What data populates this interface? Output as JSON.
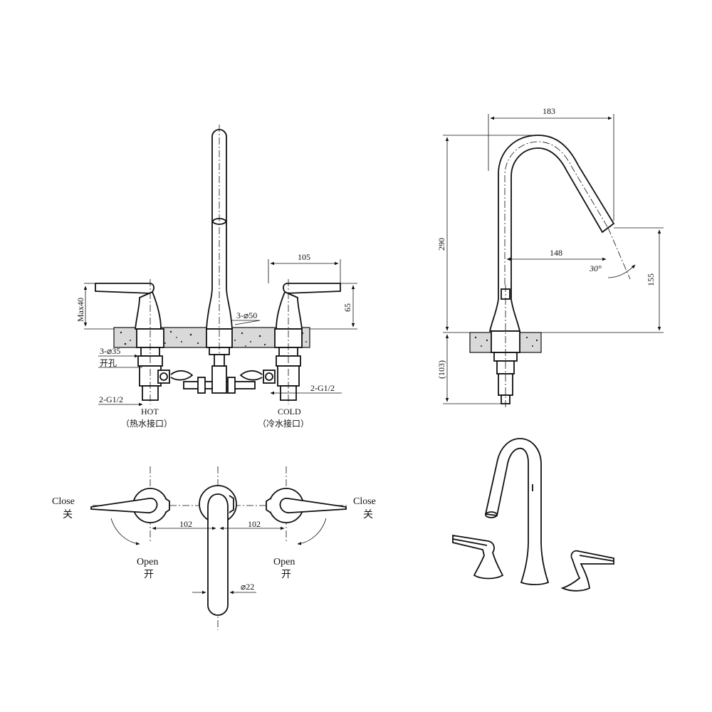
{
  "front_view": {
    "dim_handle_height": "Max40",
    "dim_spacing": "105",
    "dim_lift": "65",
    "dim_spout_hole": "3-⌀50",
    "dim_hole": "3-⌀35",
    "hole_label_cn": "开孔",
    "thread_left": "2-G1/2",
    "thread_right": "2-G1/2",
    "hot_label": "HOT",
    "hot_label_cn": "（热水接口）",
    "cold_label": "COLD",
    "cold_label_cn": "（冷水接口）"
  },
  "side_view": {
    "dim_reach": "183",
    "dim_height": "290",
    "dim_outlet_reach": "148",
    "dim_angle": "30°",
    "dim_outlet_height": "155",
    "dim_below": "(103)"
  },
  "top_view": {
    "close_left": "Close",
    "close_left_cn": "关",
    "close_right": "Close",
    "close_right_cn": "关",
    "open_left": "Open",
    "open_left_cn": "开",
    "open_right": "Open",
    "open_right_cn": "开",
    "dim_left_spacing": "102",
    "dim_right_spacing": "102",
    "dim_spout_dia": "⌀22"
  }
}
